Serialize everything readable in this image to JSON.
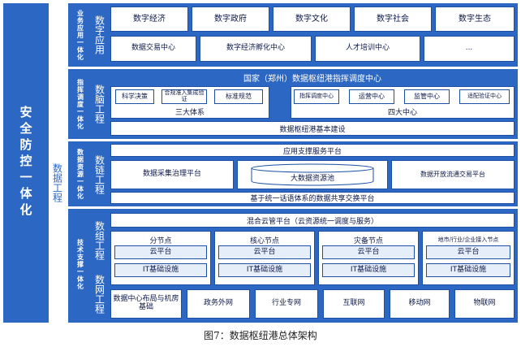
{
  "left_panel": {
    "title": "安全防控一体化",
    "subtitle": "数据工程"
  },
  "layers": {
    "app": {
      "label": "业务应用一体化",
      "section": "数字应用",
      "row1": [
        "数字经济",
        "数字政府",
        "数字文化",
        "数字社会",
        "数字生态"
      ],
      "row2": [
        "数据交易中心",
        "数字经济孵化中心",
        "人才培训中心",
        "..."
      ]
    },
    "brain": {
      "label": "指挥调度一体化",
      "section": "数脑工程",
      "header": "国家（郑州）数据枢纽港指挥调度中心",
      "left_group": {
        "items": [
          "科学决策",
          "合规准入集成验证",
          "标准规范"
        ],
        "caption": "三大体系"
      },
      "right_group": {
        "items": [
          "指挥调度中心",
          "运营中心",
          "监管中心",
          "适配验证中心"
        ],
        "caption": "四大中心"
      },
      "base": "数据枢纽港基本建设"
    },
    "chain": {
      "label": "数据资源一体化",
      "section": "数链工程",
      "top": "应用支撑服务平台",
      "left": "数据采集治理平台",
      "center": "大数据资源池",
      "right": "数据开放流通交易平台",
      "bottom": "基于统一话语体系的数据共享交换平台"
    },
    "tech": {
      "label": "技术支撑一体化",
      "section1": "数组工程",
      "section2": "数网工程",
      "top": "混合云管平台（云资源统一调度与服务）",
      "nodes": [
        {
          "title": "分节点",
          "cloud": "云平台",
          "it": "IT基础设施"
        },
        {
          "title": "核心节点",
          "cloud": "云平台",
          "it": "IT基础设施"
        },
        {
          "title": "灾备节点",
          "cloud": "云平台",
          "it": "IT基础设施"
        },
        {
          "title": "地市/行业/企业接入节点",
          "cloud": "云平台",
          "it": "IT基础设施"
        }
      ],
      "network": [
        "数据中心布局与机房基础",
        "政务外网",
        "行业专网",
        "互联网",
        "移动网",
        "物联网"
      ]
    }
  },
  "caption": "图7：数据枢纽港总体架构",
  "colors": {
    "dark_blue": "#2c67c3",
    "border": "#1d4fa6",
    "text": "#0d1a4a"
  }
}
